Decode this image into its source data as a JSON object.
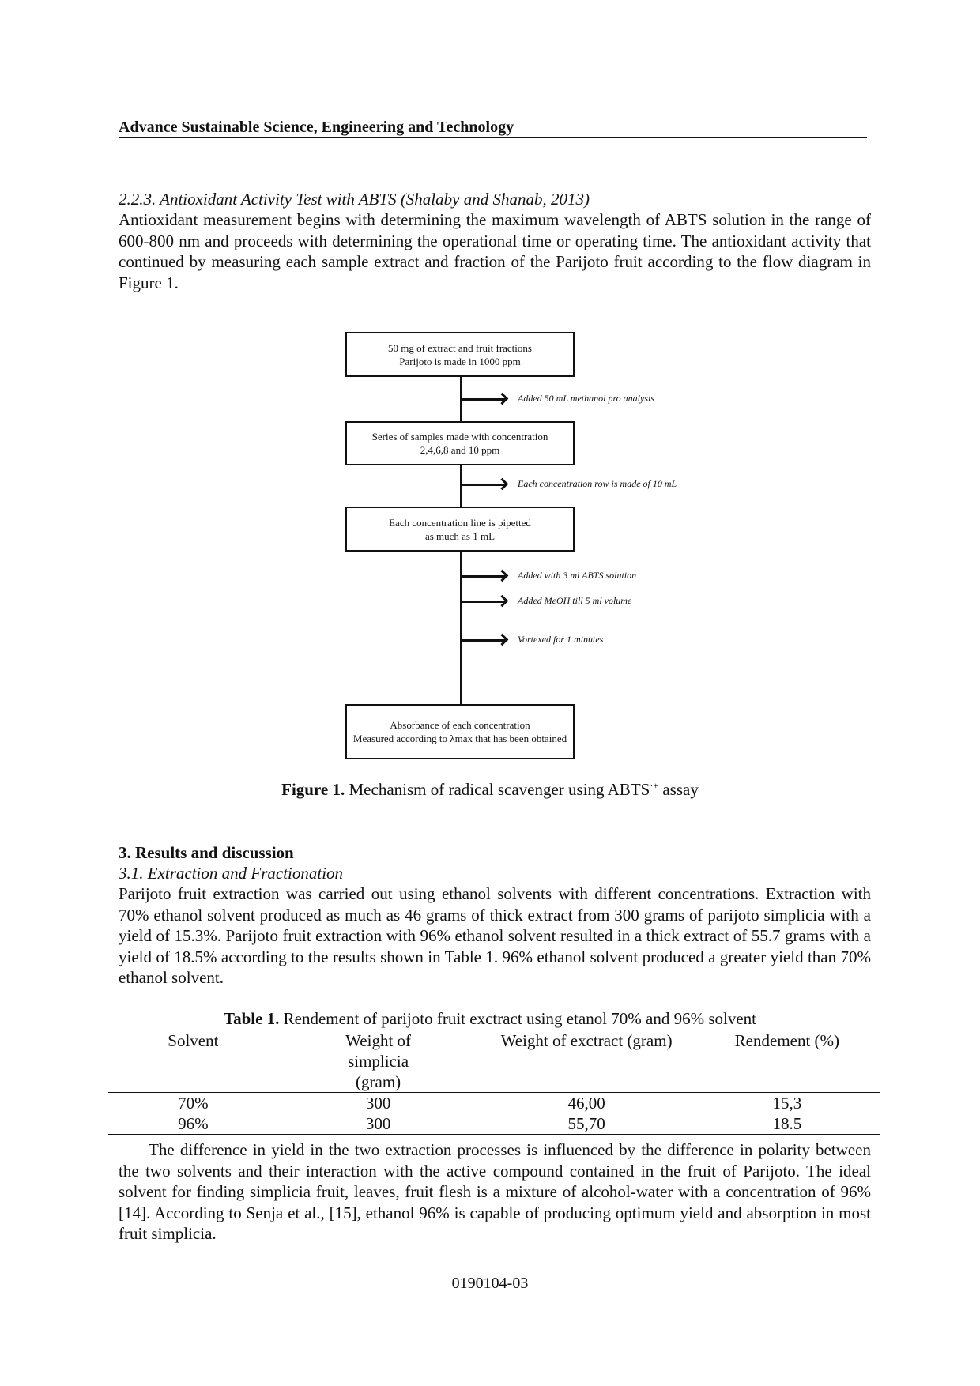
{
  "header": {
    "journal": "Advance Sustainable Science, Engineering and Technology"
  },
  "section_223": {
    "heading": "2.2.3.  Antioxidant Activity Test with ABTS (Shalaby and Shanab, 2013)",
    "paragraph": "Antioxidant measurement begins with determining the maximum wavelength of ABTS solution in the range of 600-800 nm and proceeds with determining the operational time or operating time. The antioxidant activity that continued by measuring each sample extract and fraction of the Parijoto fruit according to the flow diagram in Figure 1."
  },
  "figure1": {
    "boxes": [
      {
        "line1": "50 mg of extract and fruit fractions",
        "line2": "Parijoto is made in 1000 ppm"
      },
      {
        "line1": "Series of samples made with concentration",
        "line2": "2,4,6,8 and 10 ppm"
      },
      {
        "line1": "Each concentration line is pipetted",
        "line2": "as much as 1 mL"
      },
      {
        "line1": "Absorbance of each concentration",
        "line2": "Measured according to λmax that has been obtained"
      }
    ],
    "annotations": [
      "Added 50 mL methanol pro analysis",
      "Each concentration row is made of 10 mL",
      "Added with 3 ml ABTS solution",
      "Added MeOH till 5 ml volume",
      "Vortexed for 1 minutes"
    ],
    "caption_label": "Figure 1.",
    "caption_text": " Mechanism of radical scavenger using ABTS",
    "caption_sup": "·+",
    "caption_tail": " assay"
  },
  "section_3": {
    "heading": "3.  Results and discussion",
    "sub_heading": "3.1.  Extraction and Fractionation",
    "paragraph": "Parijoto fruit extraction was carried out using ethanol solvents with different concentrations. Extraction with 70% ethanol solvent produced as much as 46 grams of thick extract from 300 grams of parijoto simplicia with a yield of 15.3%. Parijoto fruit extraction with 96% ethanol solvent resulted in a thick extract of 55.7 grams with a yield of 18.5% according to the results shown in Table 1. 96% ethanol solvent produced a greater yield than 70% ethanol solvent."
  },
  "table1": {
    "caption_label": "Table 1.",
    "caption_text": " Rendement of parijoto fruit exctract using etanol 70% and 96% solvent",
    "headers": [
      "Solvent",
      "Weight of simplicia (gram)",
      "Weight of exctract (gram)",
      "Rendement (%)"
    ],
    "rows": [
      [
        "70%",
        "300",
        "46,00",
        "15,3"
      ],
      [
        "96%",
        "300",
        "55,70",
        "18.5"
      ]
    ]
  },
  "paragraph_after": "The difference in yield in the two extraction processes is influenced by the difference in polarity between the two solvents and their interaction with the active compound contained in the fruit of Parijoto. The ideal solvent for finding simplicia fruit, leaves, fruit flesh is a mixture of alcohol-water with a concentration of 96% [14]. According to Senja et al., [15], ethanol 96% is capable of producing optimum yield and absorption in most fruit simplicia.",
  "page_number": "0190104-03"
}
